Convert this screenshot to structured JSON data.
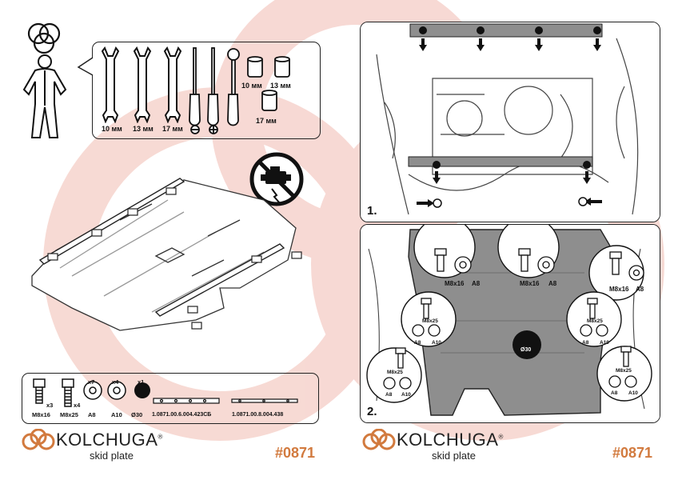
{
  "tools": {
    "wrenches": [
      "10 мм",
      "13 мм",
      "17 мм"
    ],
    "sockets": [
      "10 мм",
      "13 мм",
      "17 мм"
    ]
  },
  "hardware": {
    "items": [
      {
        "label": "M8x16",
        "count": "x3"
      },
      {
        "label": "M8x25",
        "count": "x4"
      },
      {
        "label": "A8",
        "count": "x7"
      },
      {
        "label": "A10",
        "count": "x4"
      },
      {
        "label": "Ø30",
        "count": "x1"
      }
    ],
    "parts": [
      "1.0871.00.6.004.423СБ",
      "1.0871.00.8.004.438"
    ]
  },
  "brand": {
    "name": "KOLCHUGA",
    "reg": "®",
    "sub": "skid plate"
  },
  "product_number": "#0871",
  "steps": [
    "1.",
    "2."
  ],
  "callouts": {
    "top": [
      {
        "bolt": "M8x16",
        "washer": "A8"
      },
      {
        "bolt": "M8x16",
        "washer": "A8"
      },
      {
        "bolt": "M8x16",
        "washer": "A8"
      }
    ],
    "side": [
      {
        "bolt": "M8x25",
        "washers": [
          "A8",
          "A10"
        ]
      },
      {
        "bolt": "M8x25",
        "washers": [
          "A8",
          "A10"
        ]
      },
      {
        "bolt": "M8x25",
        "washers": [
          "A8",
          "A10"
        ]
      },
      {
        "bolt": "M8x25",
        "washers": [
          "A8",
          "A10"
        ]
      }
    ],
    "plug": "Ø30"
  },
  "colors": {
    "watermark": "#f3c9c3",
    "accent": "#d27a3e",
    "plate": "#8e8e8e"
  }
}
